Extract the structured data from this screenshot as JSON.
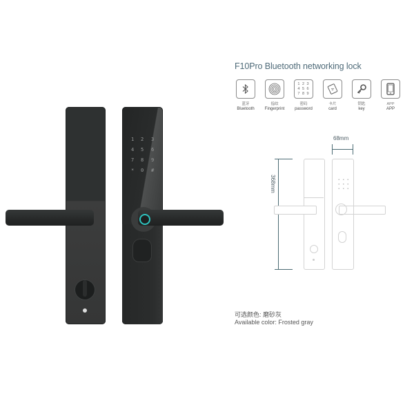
{
  "product": {
    "title": "F10Pro Bluetooth networking lock",
    "keypad_keys": [
      "1",
      "2",
      "3",
      "4",
      "5",
      "6",
      "7",
      "8",
      "9",
      "*",
      "0",
      "#"
    ]
  },
  "features": [
    {
      "icon": "bluetooth-icon",
      "label_cn": "蓝牙",
      "label_en": "Bluetooth"
    },
    {
      "icon": "fingerprint-icon",
      "label_cn": "指纹",
      "label_en": "Fingerprint"
    },
    {
      "icon": "keypad-icon",
      "label_cn": "密码",
      "label_en": "password",
      "pad_rows": [
        "1 2 3",
        "4 5 6",
        "7 8 9"
      ]
    },
    {
      "icon": "card-icon",
      "label_cn": "卡片",
      "label_en": "card"
    },
    {
      "icon": "key-icon",
      "label_cn": "钥匙",
      "label_en": "key"
    },
    {
      "icon": "phone-app-icon",
      "label_cn": "APP",
      "label_en": "APP"
    }
  ],
  "dimensions": {
    "width": "68mm",
    "height": "368mm"
  },
  "color": {
    "label_cn": "可选颜色: 磨砂灰",
    "label_en": "Available color: Frosted gray"
  },
  "colors": {
    "title": "#4e6a78",
    "fingerprint_ring": "#2ec4c0",
    "lock_body": "#2e3131",
    "dimension_line": "#4a6a72"
  }
}
